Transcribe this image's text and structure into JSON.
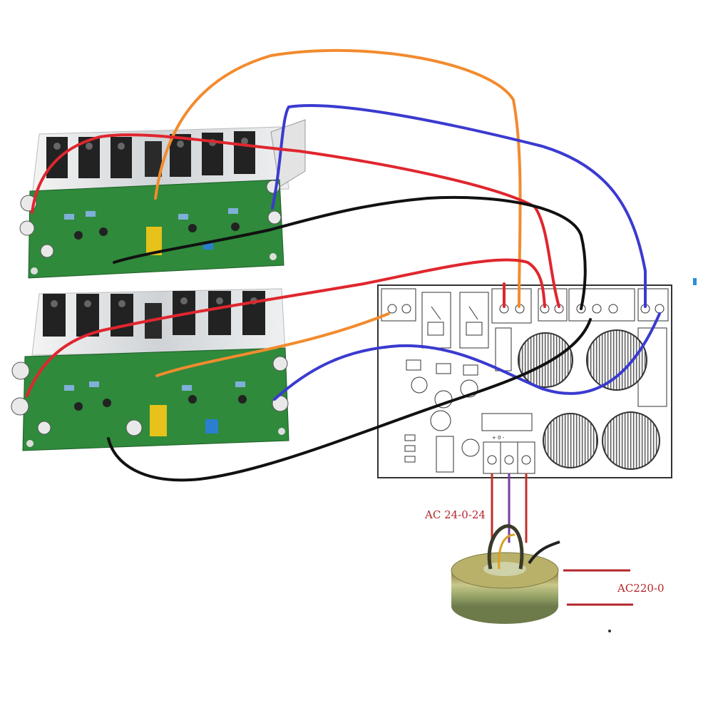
{
  "labels": {
    "secondary": "AC 24-0-24",
    "primary": "AC220-0"
  },
  "psu_board": {
    "terminal_text": "+ 0 -"
  },
  "colors": {
    "wire_positive": "#e0262e",
    "wire_negative": "#3a3ad0",
    "wire_ground": "#111111",
    "wire_signal": "#f28b2e",
    "pcb_green": "#2f8a3b",
    "label_red": "#b3262a"
  }
}
